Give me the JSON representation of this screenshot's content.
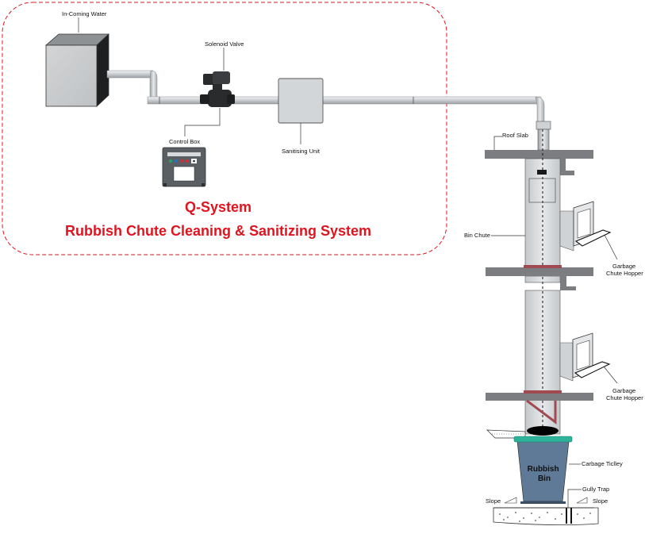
{
  "labels": {
    "incoming_water": "In-Coming Water",
    "solenoid_valve": "Solenoid Valve",
    "control_box": "Control Box",
    "sanitising_unit": "Sanitising Unit",
    "roof_slab": "Roof Slab",
    "bin_chute": "Bin Chute",
    "hopper_1": [
      "Garbage",
      "Chute Hopper"
    ],
    "hopper_2": [
      "Garbage",
      "Chute Hopper"
    ],
    "carbage_ticlley": "Carbage Ticlley",
    "gully_trap": "Gully Trap",
    "slope_left": "Slope",
    "slope_right": "Slope",
    "bin_text": [
      "Rubbish",
      "Bin"
    ]
  },
  "title": {
    "line1": "Q-System",
    "line2": "Rubbish Chute Cleaning & Sanitizing System"
  },
  "colors": {
    "title": "#e0141e",
    "border_dashed": "#e0141e",
    "bin_fill": "#5f7a96",
    "bin_rim": "#2eb39a",
    "pipe": "#c8ccd0",
    "slab": "#7b7d80",
    "chute": "#d9dcde",
    "control_box": "#595e63",
    "brace": "#a04a52"
  }
}
